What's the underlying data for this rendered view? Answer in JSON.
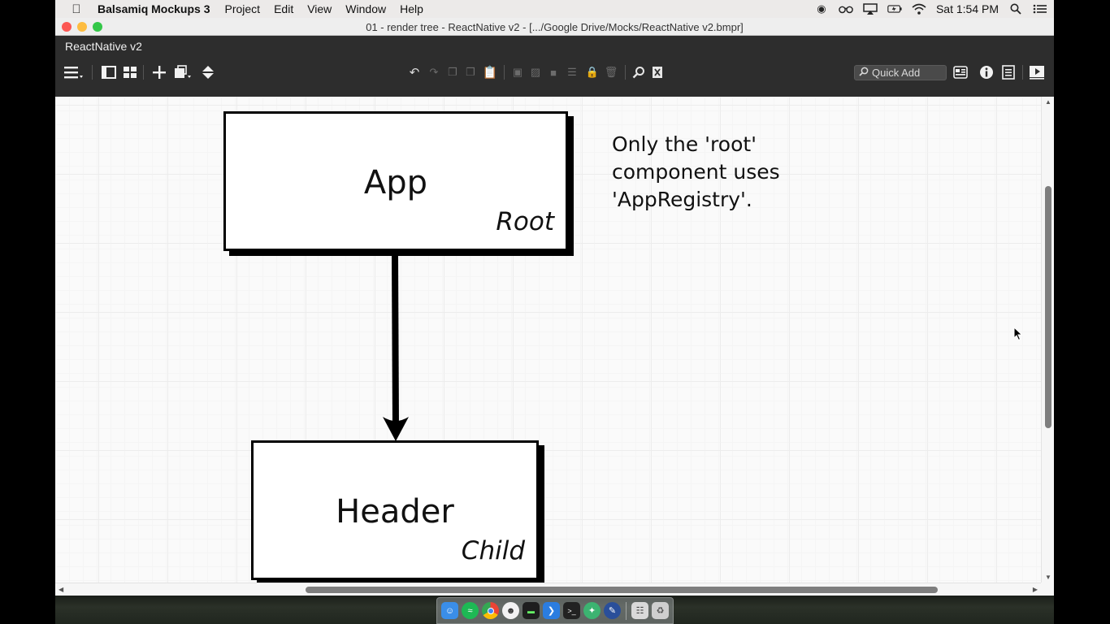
{
  "menubar": {
    "apple_icon": "apple-logo-icon",
    "app_name": "Balsamiq Mockups 3",
    "items": [
      "Project",
      "Edit",
      "View",
      "Window",
      "Help"
    ],
    "clock": "Sat 1:54 PM",
    "status_icons": [
      "record-icon",
      "glasses-icon",
      "airplay-icon",
      "battery-icon",
      "wifi-icon",
      "spotlight-icon",
      "notification-center-icon"
    ]
  },
  "window": {
    "title": "01 - render tree - ReactNative v2 - [.../Google Drive/Mocks/ReactNative v2.bmpr]",
    "project_name": "ReactNative v2"
  },
  "toolbar": {
    "quick_add_placeholder": "Quick Add"
  },
  "canvas": {
    "boxes": [
      {
        "label": "App",
        "sublabel": "Root"
      },
      {
        "label": "Header",
        "sublabel": "Child"
      }
    ],
    "note_lines": [
      "Only the 'root'",
      "component uses",
      "'AppRegistry'."
    ]
  },
  "colors": {
    "menubar_bg": "#eceae9",
    "app_header_bg": "#2d2d2d",
    "canvas_bg": "#fafafa",
    "close": "#fc5753",
    "minimize": "#fdbc40",
    "maximize": "#33c748"
  }
}
